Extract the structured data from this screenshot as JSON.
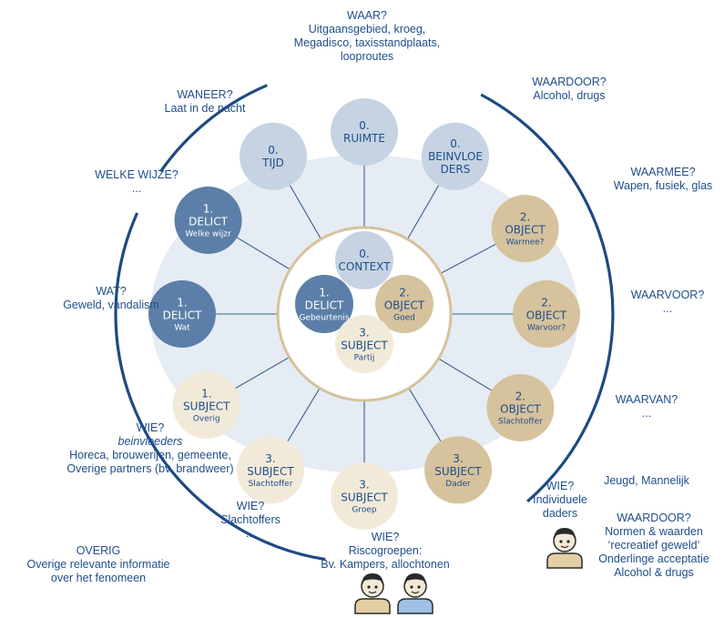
{
  "colors": {
    "text": "#1f4e8c",
    "ring": "#1e4a82",
    "spoke": "#3b5f8e",
    "context_fill": "#c5d3e3",
    "delict_fill": "#5b7fa8",
    "object_fill": "#d6c29c",
    "subject_fill": "#f2ead9",
    "halo": "#e6ecf3"
  },
  "center": {
    "title": "WAT?",
    "nodes": [
      {
        "id": "center-context",
        "kind": "context",
        "num": "0.",
        "label": "CONTEXT",
        "sub": ""
      },
      {
        "id": "center-delict",
        "kind": "delict",
        "num": "1.",
        "label": "DELICT",
        "sub": "Gebeurtenis"
      },
      {
        "id": "center-object",
        "kind": "object",
        "num": "2.",
        "label": "OBJECT",
        "sub": "Goed"
      },
      {
        "id": "center-subject",
        "kind": "subject",
        "num": "3.",
        "label": "SUBJECT",
        "sub": "Partij"
      }
    ]
  },
  "ring_nodes": [
    {
      "id": "ruimte",
      "kind": "context",
      "num": "0.",
      "lines": [
        "RUIMTE"
      ],
      "sub": ""
    },
    {
      "id": "beinvloeders",
      "kind": "context",
      "num": "0.",
      "lines": [
        "BEINVLOE",
        "DERS"
      ],
      "sub": ""
    },
    {
      "id": "object-warmee",
      "kind": "object",
      "num": "2.",
      "lines": [
        "OBJECT"
      ],
      "sub": "Warmee?"
    },
    {
      "id": "object-warvoor",
      "kind": "object",
      "num": "2.",
      "lines": [
        "OBJECT"
      ],
      "sub": "Warvoor?"
    },
    {
      "id": "object-slachtoffer",
      "kind": "object",
      "num": "2.",
      "lines": [
        "OBJECT"
      ],
      "sub": "Slachtoffer"
    },
    {
      "id": "subject-dader",
      "kind": "object",
      "num": "3.",
      "lines": [
        "SUBJECT"
      ],
      "sub": "Dader"
    },
    {
      "id": "subject-groep",
      "kind": "subject",
      "num": "3.",
      "lines": [
        "SUBJECT"
      ],
      "sub": "Groep"
    },
    {
      "id": "subject-slachtoffer",
      "kind": "subject",
      "num": "3.",
      "lines": [
        "SUBJECT"
      ],
      "sub": "Slachtoffer"
    },
    {
      "id": "subject-overig",
      "kind": "subject",
      "num": "1.",
      "lines": [
        "SUBJECT"
      ],
      "sub": "Overig"
    },
    {
      "id": "delict-wat",
      "kind": "delict",
      "num": "1.",
      "lines": [
        "DELICT"
      ],
      "sub": "Wat"
    },
    {
      "id": "delict-welke-wijzr",
      "kind": "delict",
      "num": "1.",
      "lines": [
        "DELICT"
      ],
      "sub": "Welke wijzr"
    },
    {
      "id": "tijd",
      "kind": "context",
      "num": "0.",
      "lines": [
        "TIJD"
      ],
      "sub": ""
    }
  ],
  "annotations": {
    "waar": {
      "title": "WAAR?",
      "lines": [
        "Uitgaansgebied, kroeg,",
        "Megadisco, taxisstandplaats,",
        "looproutes"
      ]
    },
    "waardoor": {
      "title": "WAARDOOR?",
      "lines": [
        "Alcohol, drugs"
      ]
    },
    "waarmee": {
      "title": "WAARMEE?",
      "lines": [
        "Wapen, fusiek, glas"
      ]
    },
    "waarvoor": {
      "title": "WAARVOOR?",
      "lines": [
        "..."
      ]
    },
    "waarvan": {
      "title": "WAARVAN?",
      "lines": [
        "..."
      ]
    },
    "waneer": {
      "title": "WANEER?",
      "lines": [
        "Laat in de nacht"
      ]
    },
    "welke_wijze": {
      "title": "WELKE WIJZE?",
      "lines": [
        "..."
      ]
    },
    "wat": {
      "title": "WAT?",
      "lines": [
        "Geweld, vandalism"
      ]
    },
    "wie_beinvloeders": {
      "title": "WIE?",
      "italic": "beinvloeders",
      "lines": [
        "Horeca, brouwerijen, gemeente,",
        "Overige partners (bv. brandweer)"
      ]
    },
    "wie_slachtoffers": {
      "title": "WIE?",
      "lines": [
        "Slachtoffers",
        "..."
      ]
    },
    "overig": {
      "title": "OVERIG",
      "lines": [
        "Overige relevante informatie",
        "over het fenomeen"
      ]
    },
    "wie_riscogroepen": {
      "title": "WIE?",
      "lines": [
        "Riscogroepen:",
        "Bv. Kampers, allochtonen"
      ]
    },
    "wie_daders": {
      "title": "WIE?",
      "lines": [
        "Individuele",
        "daders"
      ]
    },
    "jeugd": {
      "title": "Jeugd, Mannelijk"
    },
    "waardoor_normen": {
      "title": "WAARDOOR?",
      "lines": [
        "Normen & waarden",
        "‘recreatief geweld’",
        "Onderlinge acceptatie",
        "Alcohol & drugs"
      ]
    }
  },
  "icons": [
    "person-icon",
    "person-icon",
    "person-icon"
  ]
}
